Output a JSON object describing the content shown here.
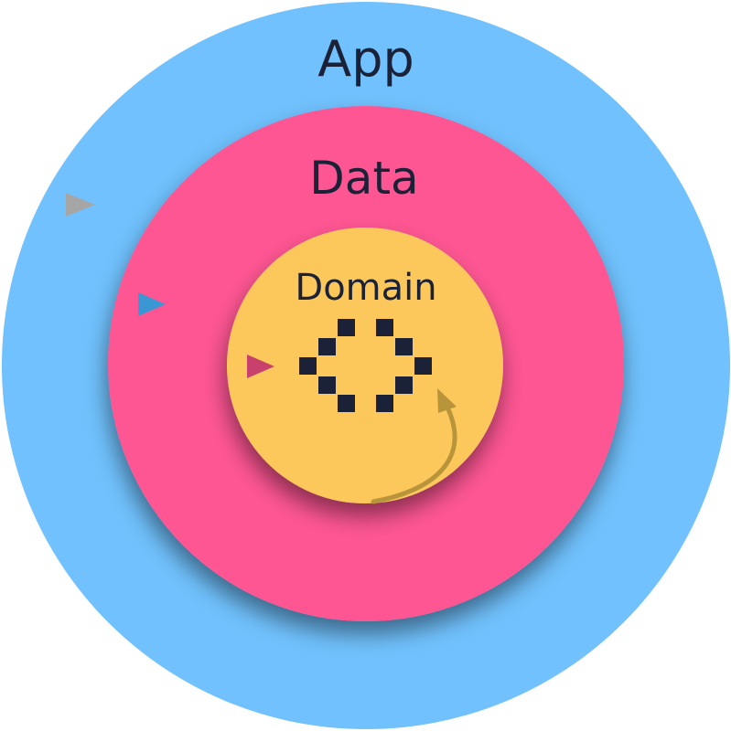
{
  "layers": {
    "app": {
      "label": "App",
      "color": "#70c1fd"
    },
    "data": {
      "label": "Data",
      "color": "#fe5793"
    },
    "domain": {
      "label": "Domain",
      "color": "#fcc85c"
    }
  },
  "logo": {
    "icon": "code-brackets-icon",
    "color": "#1b2238"
  },
  "arrows": {
    "external": {
      "icon": "arrow-right-icon",
      "color": "#a6a6a6"
    },
    "app_to_data": {
      "icon": "arrow-right-icon",
      "color": "#3a97d4"
    },
    "data_to_domain": {
      "icon": "arrow-right-icon",
      "color": "#c8406c"
    },
    "domain_self": {
      "icon": "curved-arrow-icon",
      "color": "#b8953a"
    }
  }
}
